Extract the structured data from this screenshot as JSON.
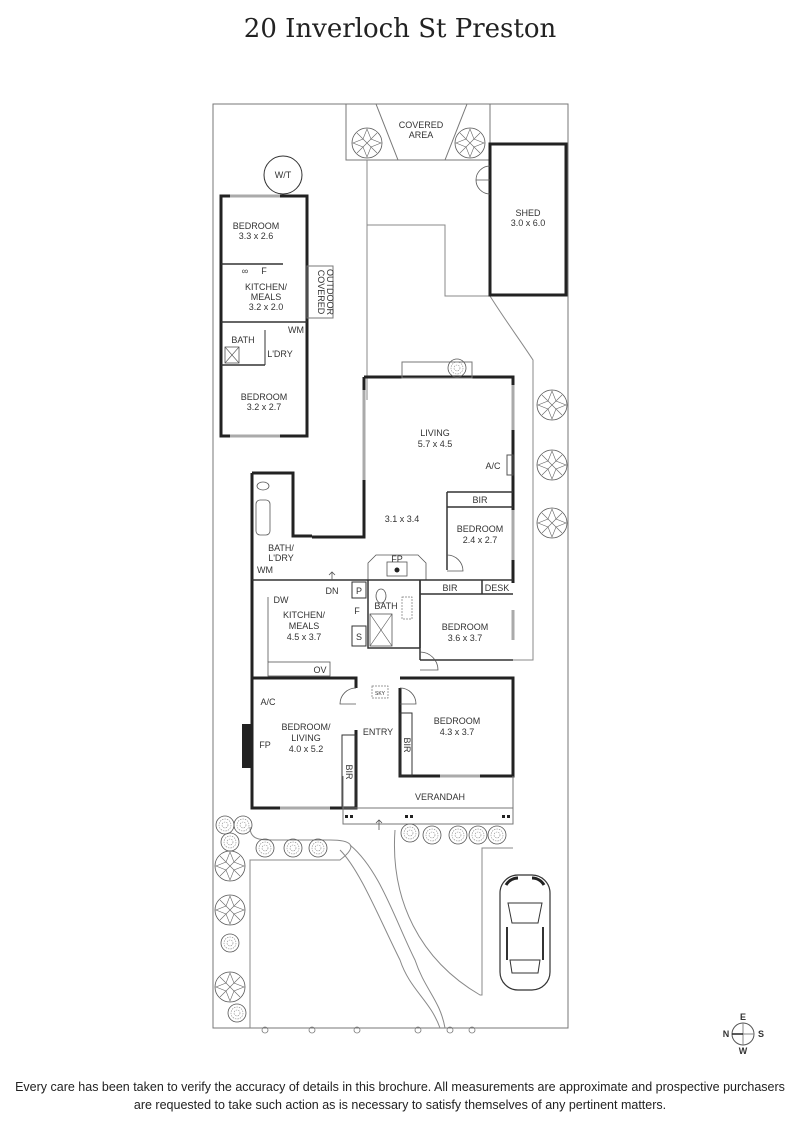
{
  "title": "20 Inverloch St Preston",
  "rooms": {
    "covered_area": {
      "name1": "COVERED",
      "name2": "AREA"
    },
    "shed": {
      "name": "SHED",
      "dims": "3.0 x 6.0"
    },
    "water_tank": {
      "name": "W/T"
    },
    "bungalow_bedroom1": {
      "name": "BEDROOM",
      "dims": "3.3 x 2.6"
    },
    "bungalow_kitchen": {
      "name1": "KITCHEN/",
      "name2": "MEALS",
      "dims": "3.2 x 2.0",
      "fridge": "F"
    },
    "covered_outdoor": {
      "name1": "COVERED",
      "name2": "OUTDOOR"
    },
    "bungalow_bath": {
      "name": "BATH"
    },
    "bungalow_laundry": {
      "name": "L'DRY",
      "wm": "WM"
    },
    "bungalow_bedroom2": {
      "name": "BEDROOM",
      "dims": "3.2 x 2.7"
    },
    "living": {
      "name": "LIVING",
      "dims": "5.7 x 4.5",
      "ac": "A/C"
    },
    "dining": {
      "dims": "3.1 x 3.4"
    },
    "bedroom_small": {
      "name": "BEDROOM",
      "dims": "2.4 x 2.7",
      "bir": "BIR"
    },
    "fireplace_main": {
      "name": "FP"
    },
    "bath_laundry": {
      "name1": "BATH/",
      "name2": "L'DRY",
      "wm": "WM"
    },
    "steps": {
      "name": "DN"
    },
    "kitchen": {
      "name1": "KITCHEN/",
      "name2": "MEALS",
      "dims": "4.5 x 3.7",
      "dw": "DW",
      "ov": "OV",
      "pantry": "P",
      "fridge": "F",
      "storage": "S"
    },
    "bath": {
      "name": "BATH",
      "sky": "SKY"
    },
    "bedroom_mid": {
      "name": "BEDROOM",
      "dims": "3.6 x 3.7",
      "bir": "BIR",
      "desk": "DESK"
    },
    "bedroom_living": {
      "name1": "BEDROOM/",
      "name2": "LIVING",
      "dims": "4.0 x 5.2",
      "ac": "A/C",
      "fp": "FP",
      "bir": "BIR"
    },
    "entry": {
      "name": "ENTRY",
      "sky": "SKY"
    },
    "bedroom_front": {
      "name": "BEDROOM",
      "dims": "4.3 x 3.7",
      "bir": "BIR"
    },
    "verandah": {
      "name": "VERANDAH"
    }
  },
  "compass": {
    "n": "N",
    "e": "E",
    "s": "S",
    "w": "W"
  },
  "disclaimer": {
    "line1": "Every care has been taken to verify the accuracy of details in this brochure. All measurements are approximate and prospective purchasers",
    "line2": "are requested to take such action as is necessary to satisfy themselves of any pertinent matters."
  }
}
